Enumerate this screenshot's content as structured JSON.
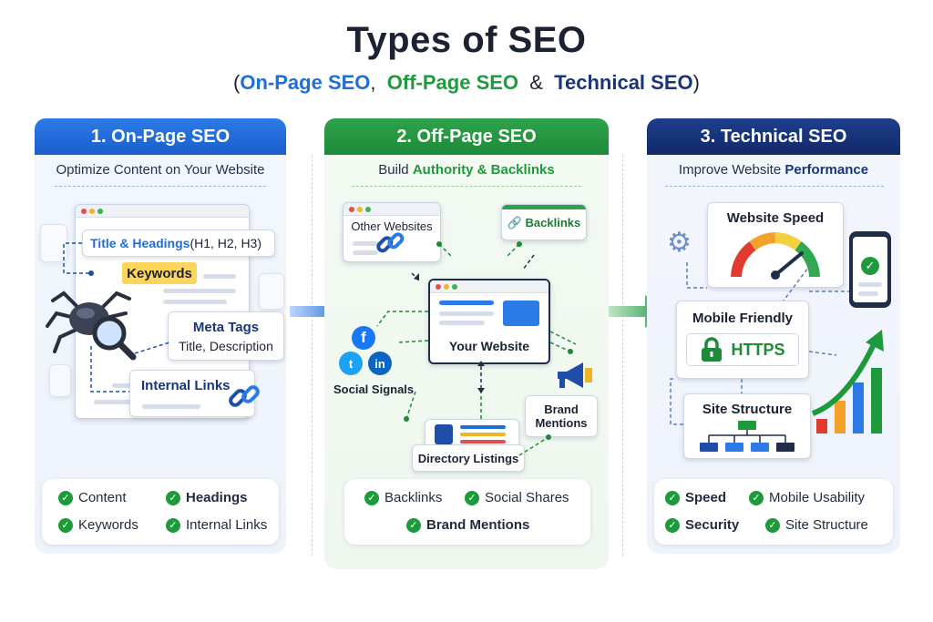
{
  "title": "Types of SEO",
  "subtitle": {
    "open": "(",
    "on_page": "On-Page SEO",
    "sep1": ",",
    "off_page": "Off-Page SEO",
    "amp": "&",
    "technical": "Technical SEO",
    "close": ")"
  },
  "colors": {
    "blue": "#1f6fd8",
    "green": "#1f9a3c",
    "navy": "#18357a",
    "check": "#1e9a3c"
  },
  "on_page": {
    "heading": "1. On-Page SEO",
    "subheading": "Optimize Content on Your Website",
    "title_headings_bold": "Title & Headings",
    "title_headings_rest": " (H1, H2, H3)",
    "keywords": "Keywords",
    "meta_tags": "Meta Tags",
    "meta_desc": "Title, Description",
    "internal_links": "Internal Links",
    "checklist": [
      {
        "label": "Content",
        "bold": false
      },
      {
        "label": "Headings",
        "bold": true
      },
      {
        "label": "Keywords",
        "bold": false
      },
      {
        "label": "Internal Links",
        "bold": false
      }
    ]
  },
  "off_page": {
    "heading": "2. Off-Page SEO",
    "sub_pre": "Build ",
    "sub_bold": "Authority & Backlinks",
    "other_websites": "Other Websites",
    "backlinks": "Backlinks",
    "your_website": "Your Website",
    "social_signals": "Social Signals",
    "brand_mentions_1": "Brand",
    "brand_mentions_2": "Mentions",
    "directory_listings": "Directory Listings",
    "checklist": [
      {
        "label": "Backlinks",
        "bold": false
      },
      {
        "label": "Social Shares",
        "bold": false
      },
      {
        "label": "Brand Mentions",
        "bold": true
      }
    ]
  },
  "technical": {
    "heading": "3. Technical SEO",
    "sub_pre": "Improve Website ",
    "sub_bold": "Performance",
    "website_speed": "Website Speed",
    "mobile_friendly": "Mobile Friendly",
    "https": "HTTPS",
    "site_structure": "Site Structure",
    "checklist": [
      {
        "label": "Speed",
        "bold": true
      },
      {
        "label": "Mobile Usability",
        "bold": false
      },
      {
        "label": "Security",
        "bold": true
      },
      {
        "label": "Site Structure",
        "bold": false
      }
    ]
  }
}
